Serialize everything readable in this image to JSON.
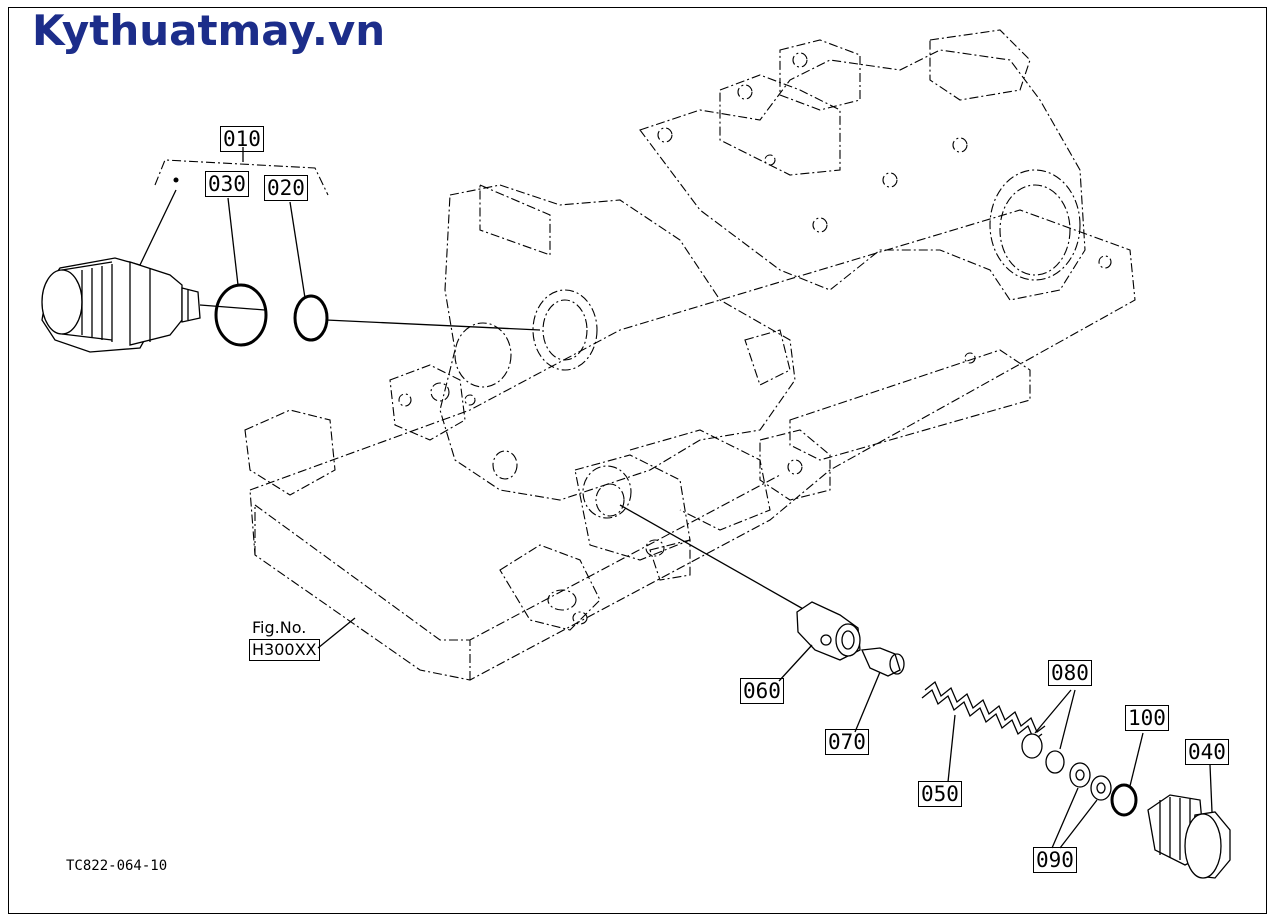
{
  "brand": {
    "name": "Kythuatmay.vn",
    "color": "#1c2d8a"
  },
  "figure": {
    "label_line1": "Fig.No.",
    "label_line2": "H300XX",
    "code": "TC822-064-10"
  },
  "parts": {
    "p010": "010",
    "p020": "020",
    "p030": "030",
    "p040": "040",
    "p050": "050",
    "p060": "060",
    "p070": "070",
    "p080": "080",
    "p090": "090",
    "p100": "100"
  }
}
